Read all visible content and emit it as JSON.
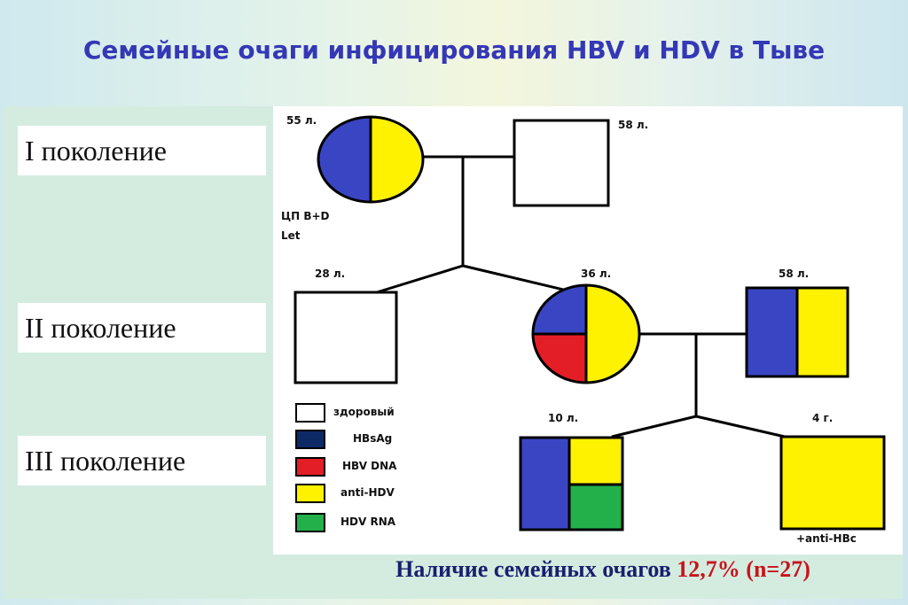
{
  "title": "Семейные очаги инфицирования HBV и HDV  в Тыве",
  "generations": [
    "I поколение",
    "II поколение",
    "III поколение"
  ],
  "individuals": {
    "grandmother": {
      "age": "55 л.",
      "notes": [
        "ЦП B+D",
        "Let"
      ],
      "markers": [
        "HBsAg",
        "anti-HDV"
      ]
    },
    "grandfather": {
      "age": "58 л.",
      "markers": []
    },
    "son": {
      "age": "28 л.",
      "markers": []
    },
    "daughter": {
      "age": "36 л.",
      "markers": [
        "HBsAg",
        "HBV DNA",
        "anti-HDV"
      ]
    },
    "husband": {
      "age": "58 л.",
      "markers": [
        "HBsAg",
        "anti-HDV"
      ]
    },
    "child1": {
      "age": "10 л.",
      "markers": [
        "HBsAg",
        "anti-HDV",
        "HDV RNA"
      ]
    },
    "child2": {
      "age": "4 г.",
      "notes": [
        "+anti-HBc"
      ],
      "markers": [
        "anti-HDV"
      ]
    }
  },
  "legend": [
    {
      "label": "здоровый",
      "color": "#ffffff"
    },
    {
      "label": "HBsAg",
      "color": "#0d2a66"
    },
    {
      "label": "HBV DNA",
      "color": "#e41e26"
    },
    {
      "label": "anti-HDV",
      "color": "#fff200"
    },
    {
      "label": "HDV RNA",
      "color": "#23b04b"
    }
  ],
  "colors": {
    "blue": "#3a45c4",
    "yellow": "#fff200",
    "red": "#e41e26",
    "green": "#23b04b"
  },
  "summary": {
    "text": "Наличие семейных очагов ",
    "highlight": "12,7% (n=27)"
  }
}
